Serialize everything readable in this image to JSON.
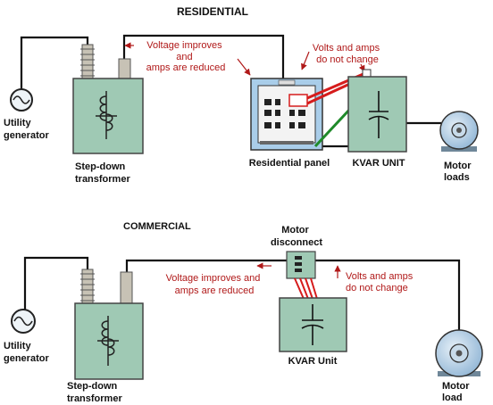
{
  "residential": {
    "title": "RESIDENTIAL",
    "utility_generator": [
      "Utility",
      "generator"
    ],
    "transformer": [
      "Step-down",
      "transformer"
    ],
    "note_left": [
      "Voltage improves",
      "and",
      "amps are reduced"
    ],
    "note_right": [
      "Volts and amps",
      "do not change"
    ],
    "panel": "Residential panel",
    "kvar": "KVAR UNIT",
    "motor": [
      "Motor",
      "loads"
    ]
  },
  "commercial": {
    "title": "COMMERCIAL",
    "disconnect": [
      "Motor",
      "disconnect"
    ],
    "utility_generator": [
      "Utility",
      "generator"
    ],
    "transformer": [
      "Step-down",
      "transformer"
    ],
    "note_left": [
      "Voltage improves and",
      "amps are reduced"
    ],
    "note_right": [
      "Volts and amps",
      "do not change"
    ],
    "kvar": "KVAR Unit",
    "motor": [
      "Motor",
      "load"
    ]
  },
  "colors": {
    "equipment_fill": "#9fc9b4",
    "panel_fill": "#a9cde9",
    "annotation_text": "#b01818",
    "red_lead": "#d61c1c",
    "green_lead": "#1f8a2a",
    "wire": "#111111"
  }
}
